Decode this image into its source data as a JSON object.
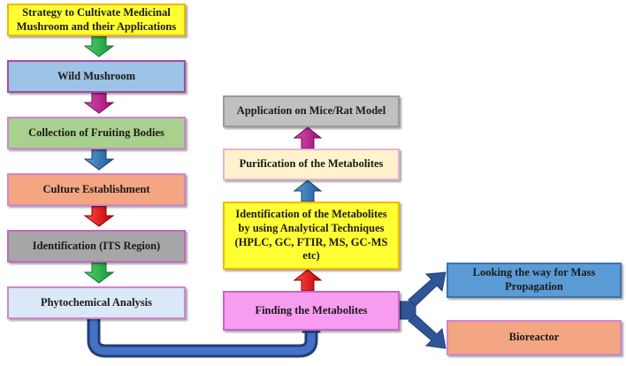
{
  "nodes": {
    "strategy": "Strategy to Cultivate Medicinal Mushroom and their Applications",
    "wild": "Wild Mushroom",
    "collection": "Collection of Fruiting Bodies",
    "culture": "Culture Establishment",
    "identification": "Identification (ITS Region)",
    "phytochemical": "Phytochemical Analysis",
    "finding": "Finding the Metabolites",
    "techniques": "Identification of the Metabolites by using Analytical Techniques (HPLC, GC, FTIR, MS, GC-MS etc)",
    "purification": "Purification of the Metabolites",
    "application": "Application on Mice/Rat Model",
    "mass": "Looking the way for Mass Propagation",
    "bioreactor": "Bioreactor"
  },
  "colors": {
    "yellow": "#ffff33",
    "blue_box": "#9dc3e6",
    "green_box": "#a9d18e",
    "salmon_box": "#f4a582",
    "gray_box": "#a6a6a6",
    "light_blue_box": "#dae8f7",
    "pink_box": "#f79cf0",
    "light_yellow_box": "#fff2cc",
    "silver_box": "#c0c0c0",
    "mass_box": "#5b9bd5",
    "arrow_green": "#22b04b",
    "arrow_magenta": "#b4198b",
    "arrow_blue": "#2e75b6",
    "arrow_red": "#e8161b",
    "connector": "#2f5597"
  }
}
